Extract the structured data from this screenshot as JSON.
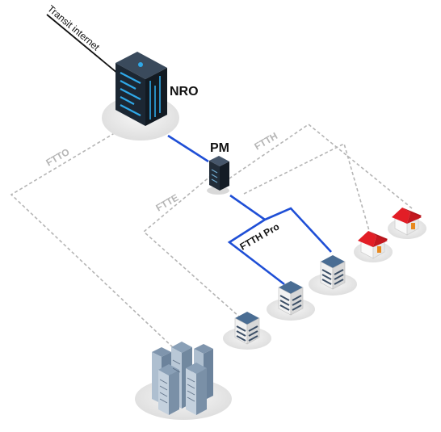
{
  "labels": {
    "transit": "Transit internet",
    "nro": "NRO",
    "pm": "PM",
    "ftth": "FTTH",
    "ftto": "FTTO",
    "ftte": "FTTE",
    "ftth_pro": "FTTH Pro"
  },
  "colors": {
    "fiber_primary": "#1f4fd6",
    "fiber_passive": "#b8b8b8",
    "transit_line": "#111111",
    "server_body": "#1e2a36",
    "server_led": "#2fa8e8",
    "roof_red": "#e21e26",
    "roof_blue": "#3c5f86",
    "platform": "#e6e6e6"
  },
  "icons": {
    "nro": "server-tower-icon",
    "pm": "cabinet-icon",
    "houses": "house-icon",
    "buildings": "office-building-icon",
    "enterprise": "skyscraper-complex-icon"
  }
}
